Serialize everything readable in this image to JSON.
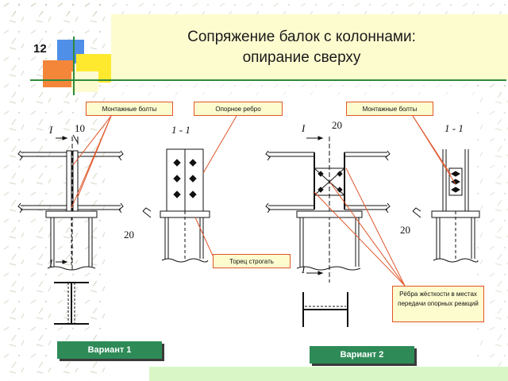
{
  "slide": {
    "number": "12"
  },
  "title": {
    "line1": "Сопряжение балок с колоннами:",
    "line2": "опирание сверху"
  },
  "labels": {
    "mount_bolts_left": "Монтажные болты",
    "support_rib": "Опорное ребро",
    "mount_bolts_right": "Монтажные болты",
    "trim_end": "Торец строгать",
    "stiffeners": "Рёбра жёсткости в местах передачи опорных реакций"
  },
  "drawing_marks": {
    "sec_mark": "I",
    "section_11": "1 - 1",
    "dim_10": "10",
    "dim_20": "20",
    "weld_20": "20"
  },
  "buttons": {
    "variant1": "Вариант 1",
    "variant2": "Вариант 2"
  },
  "colors": {
    "accent": "#e0562a",
    "button": "#2e8b57",
    "band": "#fdfccf",
    "footer": "#d9f7c6"
  }
}
